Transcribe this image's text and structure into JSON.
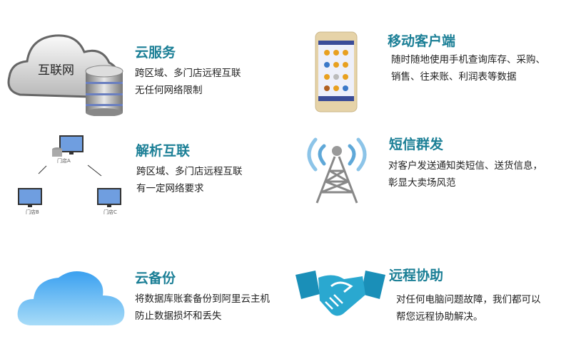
{
  "colors": {
    "title": "#1b7f96",
    "text": "#222222"
  },
  "features": [
    {
      "title": "云服务",
      "lines": [
        "跨区域、多门店远程互联",
        "无任何网络限制"
      ],
      "icon": "cloud-server-icon",
      "icon_text": "互联网"
    },
    {
      "title": "移动客户端",
      "lines": [
        "随时随地使用手机查询库存、采购、",
        "销售、往来账、利润表等数据"
      ],
      "icon": "mobile-phone-icon"
    },
    {
      "title": "解析互联",
      "lines": [
        "跨区域、多门店远程互联",
        "有一定网络要求"
      ],
      "icon": "network-diagram-icon",
      "nodes": [
        "门店A",
        "门店B",
        "门店C"
      ]
    },
    {
      "title": "短信群发",
      "lines": [
        "对客户发送通知类短信、送货信息，",
        "彰显大卖场风范"
      ],
      "icon": "signal-tower-icon"
    },
    {
      "title": "云备份",
      "lines": [
        "将数据库账套备份到阿里云主机",
        "防止数据损坏和丢失"
      ],
      "icon": "cloud-icon"
    },
    {
      "title": "远程协助",
      "lines": [
        "对任何电脑问题故障，我们都可以",
        "帮您远程协助解决。"
      ],
      "icon": "handshake-icon"
    }
  ]
}
